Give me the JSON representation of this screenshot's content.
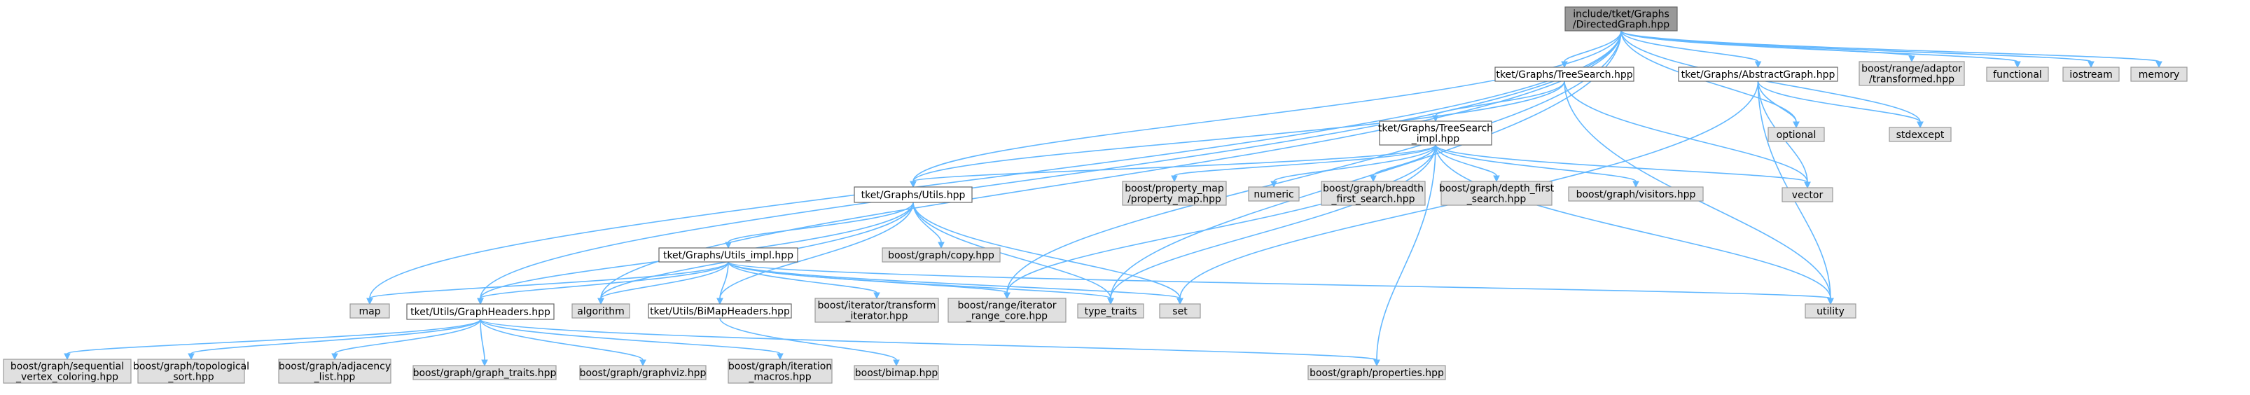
{
  "graph": {
    "nodes": [
      {
        "id": "root",
        "kind": "root",
        "lines": [
          "include/tket/Graphs",
          "/DirectedGraph.hpp"
        ]
      },
      {
        "id": "tree-search",
        "kind": "internal",
        "lines": [
          "tket/Graphs/TreeSearch.hpp"
        ]
      },
      {
        "id": "abstract-graph",
        "kind": "internal",
        "lines": [
          "tket/Graphs/AbstractGraph.hpp"
        ]
      },
      {
        "id": "range-adaptor-transformed",
        "kind": "external",
        "lines": [
          "boost/range/adaptor",
          "/transformed.hpp"
        ]
      },
      {
        "id": "functional",
        "kind": "external",
        "lines": [
          "functional"
        ]
      },
      {
        "id": "iostream",
        "kind": "external",
        "lines": [
          "iostream"
        ]
      },
      {
        "id": "memory",
        "kind": "external",
        "lines": [
          "memory"
        ]
      },
      {
        "id": "optional",
        "kind": "external",
        "lines": [
          "optional"
        ]
      },
      {
        "id": "stdexcept",
        "kind": "external",
        "lines": [
          "stdexcept"
        ]
      },
      {
        "id": "tree-search-impl",
        "kind": "internal",
        "lines": [
          "tket/Graphs/TreeSearch",
          "_impl.hpp"
        ]
      },
      {
        "id": "vector",
        "kind": "external",
        "lines": [
          "vector"
        ]
      },
      {
        "id": "graphs-utils",
        "kind": "internal",
        "lines": [
          "tket/Graphs/Utils.hpp"
        ]
      },
      {
        "id": "property-map",
        "kind": "external",
        "lines": [
          "boost/property_map",
          "/property_map.hpp"
        ]
      },
      {
        "id": "numeric",
        "kind": "external",
        "lines": [
          "numeric"
        ]
      },
      {
        "id": "breadth-first-search",
        "kind": "external",
        "lines": [
          "boost/graph/breadth",
          "_first_search.hpp"
        ]
      },
      {
        "id": "depth-first-search",
        "kind": "external",
        "lines": [
          "boost/graph/depth_first",
          "_search.hpp"
        ]
      },
      {
        "id": "visitors",
        "kind": "external",
        "lines": [
          "boost/graph/visitors.hpp"
        ]
      },
      {
        "id": "graph-copy",
        "kind": "external",
        "lines": [
          "boost/graph/copy.hpp"
        ]
      },
      {
        "id": "graphs-utils-impl",
        "kind": "internal",
        "lines": [
          "tket/Graphs/Utils_impl.hpp"
        ]
      },
      {
        "id": "map",
        "kind": "external",
        "lines": [
          "map"
        ]
      },
      {
        "id": "graph-headers",
        "kind": "internal",
        "lines": [
          "tket/Utils/GraphHeaders.hpp"
        ]
      },
      {
        "id": "algorithm",
        "kind": "external",
        "lines": [
          "algorithm"
        ]
      },
      {
        "id": "bimap-headers",
        "kind": "internal",
        "lines": [
          "tket/Utils/BiMapHeaders.hpp"
        ]
      },
      {
        "id": "iterator-transform",
        "kind": "external",
        "lines": [
          "boost/iterator/transform",
          "_iterator.hpp"
        ]
      },
      {
        "id": "range-iterator-core",
        "kind": "external",
        "lines": [
          "boost/range/iterator",
          "_range_core.hpp"
        ]
      },
      {
        "id": "type-traits",
        "kind": "external",
        "lines": [
          "type_traits"
        ]
      },
      {
        "id": "set",
        "kind": "external",
        "lines": [
          "set"
        ]
      },
      {
        "id": "utility",
        "kind": "external",
        "lines": [
          "utility"
        ]
      },
      {
        "id": "sequential-vertex-coloring",
        "kind": "external",
        "lines": [
          "boost/graph/sequential",
          "_vertex_coloring.hpp"
        ]
      },
      {
        "id": "topological-sort",
        "kind": "external",
        "lines": [
          "boost/graph/topological",
          "_sort.hpp"
        ]
      },
      {
        "id": "adjacency-list",
        "kind": "external",
        "lines": [
          "boost/graph/adjacency",
          "_list.hpp"
        ]
      },
      {
        "id": "graph-traits",
        "kind": "external",
        "lines": [
          "boost/graph/graph_traits.hpp"
        ]
      },
      {
        "id": "graphviz",
        "kind": "external",
        "lines": [
          "boost/graph/graphviz.hpp"
        ]
      },
      {
        "id": "iteration-macros",
        "kind": "external",
        "lines": [
          "boost/graph/iteration",
          "_macros.hpp"
        ]
      },
      {
        "id": "bimap",
        "kind": "external",
        "lines": [
          "boost/bimap.hpp"
        ]
      },
      {
        "id": "graph-properties",
        "kind": "external",
        "lines": [
          "boost/graph/properties.hpp"
        ]
      }
    ],
    "edges": [
      [
        "root",
        "tree-search"
      ],
      [
        "root",
        "abstract-graph"
      ],
      [
        "root",
        "range-adaptor-transformed"
      ],
      [
        "root",
        "functional"
      ],
      [
        "root",
        "iostream"
      ],
      [
        "root",
        "memory"
      ],
      [
        "root",
        "optional"
      ],
      [
        "root",
        "stdexcept"
      ],
      [
        "root",
        "graphs-utils"
      ],
      [
        "root",
        "map"
      ],
      [
        "root",
        "graph-headers"
      ],
      [
        "root",
        "algorithm"
      ],
      [
        "root",
        "range-iterator-core"
      ],
      [
        "root",
        "type-traits"
      ],
      [
        "tree-search",
        "tree-search-impl"
      ],
      [
        "tree-search",
        "graphs-utils"
      ],
      [
        "tree-search",
        "vector"
      ],
      [
        "tree-search",
        "utility"
      ],
      [
        "abstract-graph",
        "optional"
      ],
      [
        "abstract-graph",
        "stdexcept"
      ],
      [
        "abstract-graph",
        "vector"
      ],
      [
        "abstract-graph",
        "set"
      ],
      [
        "abstract-graph",
        "utility"
      ],
      [
        "tree-search-impl",
        "graphs-utils"
      ],
      [
        "tree-search-impl",
        "property-map"
      ],
      [
        "tree-search-impl",
        "numeric"
      ],
      [
        "tree-search-impl",
        "breadth-first-search"
      ],
      [
        "tree-search-impl",
        "depth-first-search"
      ],
      [
        "tree-search-impl",
        "visitors"
      ],
      [
        "tree-search-impl",
        "vector"
      ],
      [
        "tree-search-impl",
        "utility"
      ],
      [
        "tree-search-impl",
        "range-iterator-core"
      ],
      [
        "tree-search-impl",
        "type-traits"
      ],
      [
        "tree-search-impl",
        "graph-properties"
      ],
      [
        "graphs-utils",
        "graph-copy"
      ],
      [
        "graphs-utils",
        "graphs-utils-impl"
      ],
      [
        "graphs-utils",
        "graph-headers"
      ],
      [
        "graphs-utils",
        "algorithm"
      ],
      [
        "graphs-utils",
        "bimap-headers"
      ],
      [
        "graphs-utils",
        "type-traits"
      ],
      [
        "graphs-utils",
        "set"
      ],
      [
        "graphs-utils-impl",
        "map"
      ],
      [
        "graphs-utils-impl",
        "graph-headers"
      ],
      [
        "graphs-utils-impl",
        "algorithm"
      ],
      [
        "graphs-utils-impl",
        "bimap-headers"
      ],
      [
        "graphs-utils-impl",
        "iterator-transform"
      ],
      [
        "graphs-utils-impl",
        "range-iterator-core"
      ],
      [
        "graphs-utils-impl",
        "type-traits"
      ],
      [
        "graphs-utils-impl",
        "set"
      ],
      [
        "graphs-utils-impl",
        "utility"
      ],
      [
        "graph-headers",
        "sequential-vertex-coloring"
      ],
      [
        "graph-headers",
        "topological-sort"
      ],
      [
        "graph-headers",
        "adjacency-list"
      ],
      [
        "graph-headers",
        "graph-traits"
      ],
      [
        "graph-headers",
        "graphviz"
      ],
      [
        "graph-headers",
        "iteration-macros"
      ],
      [
        "graph-headers",
        "graph-properties"
      ],
      [
        "bimap-headers",
        "bimap"
      ]
    ]
  }
}
